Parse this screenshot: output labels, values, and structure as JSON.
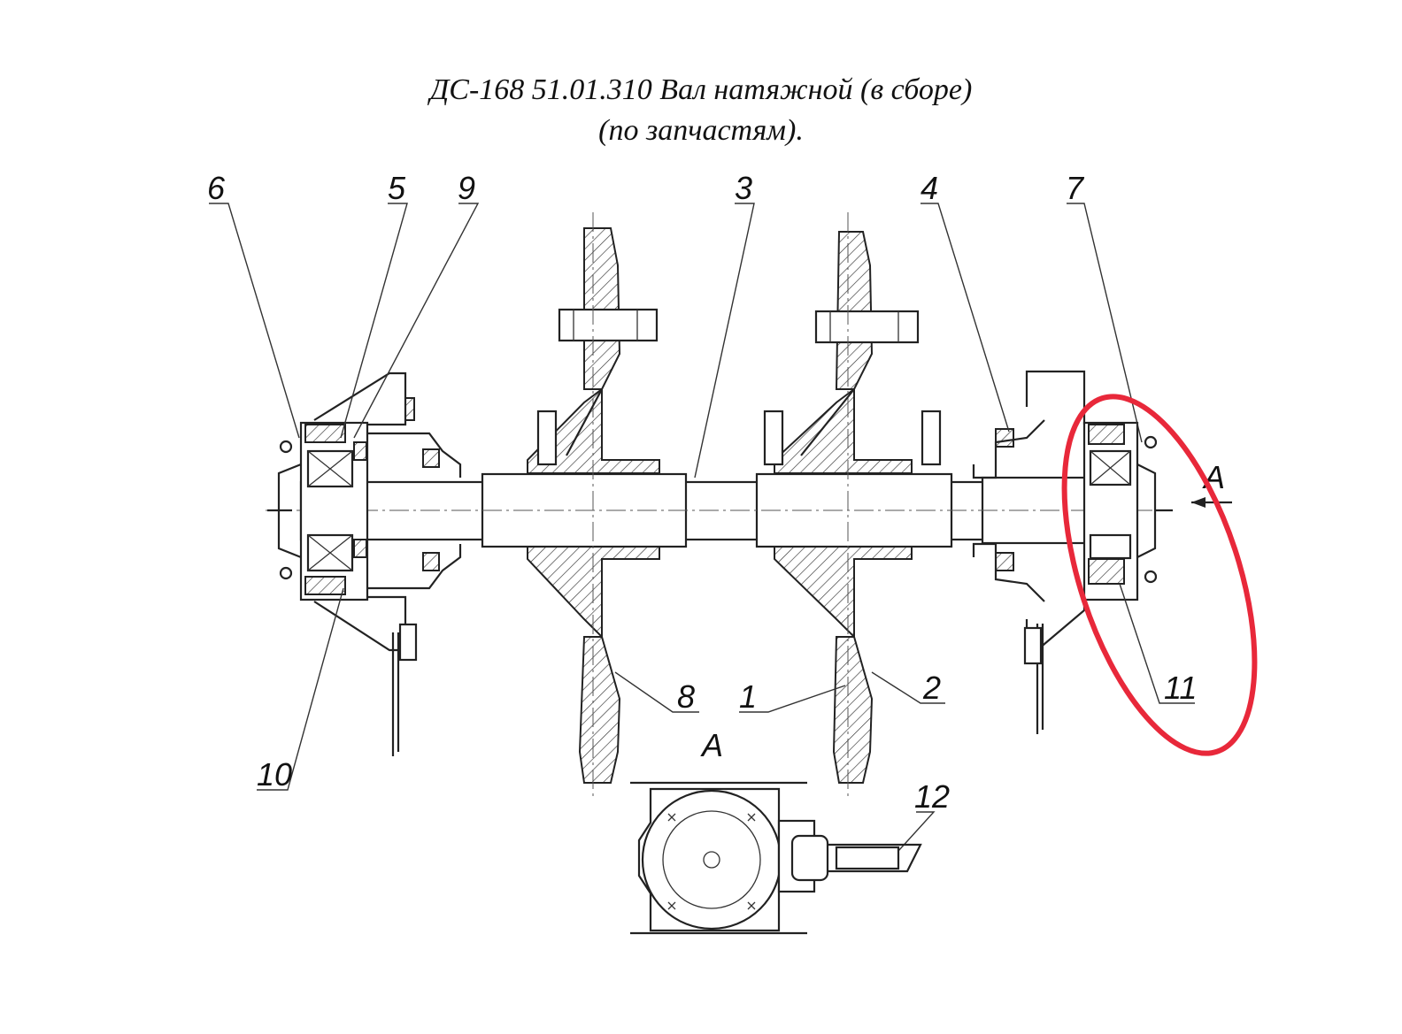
{
  "title": {
    "line1": "ДС-168 51.01.310 Вал натяжной (в сборе)",
    "line2": "(по запчастям)."
  },
  "callouts": [
    "6",
    "5",
    "9",
    "3",
    "4",
    "7",
    "11",
    "2",
    "1",
    "8",
    "10",
    "12"
  ],
  "view_labels": {
    "arrow": "А",
    "view": "А"
  },
  "highlight": {
    "target": "11",
    "color": "#e8283a"
  }
}
